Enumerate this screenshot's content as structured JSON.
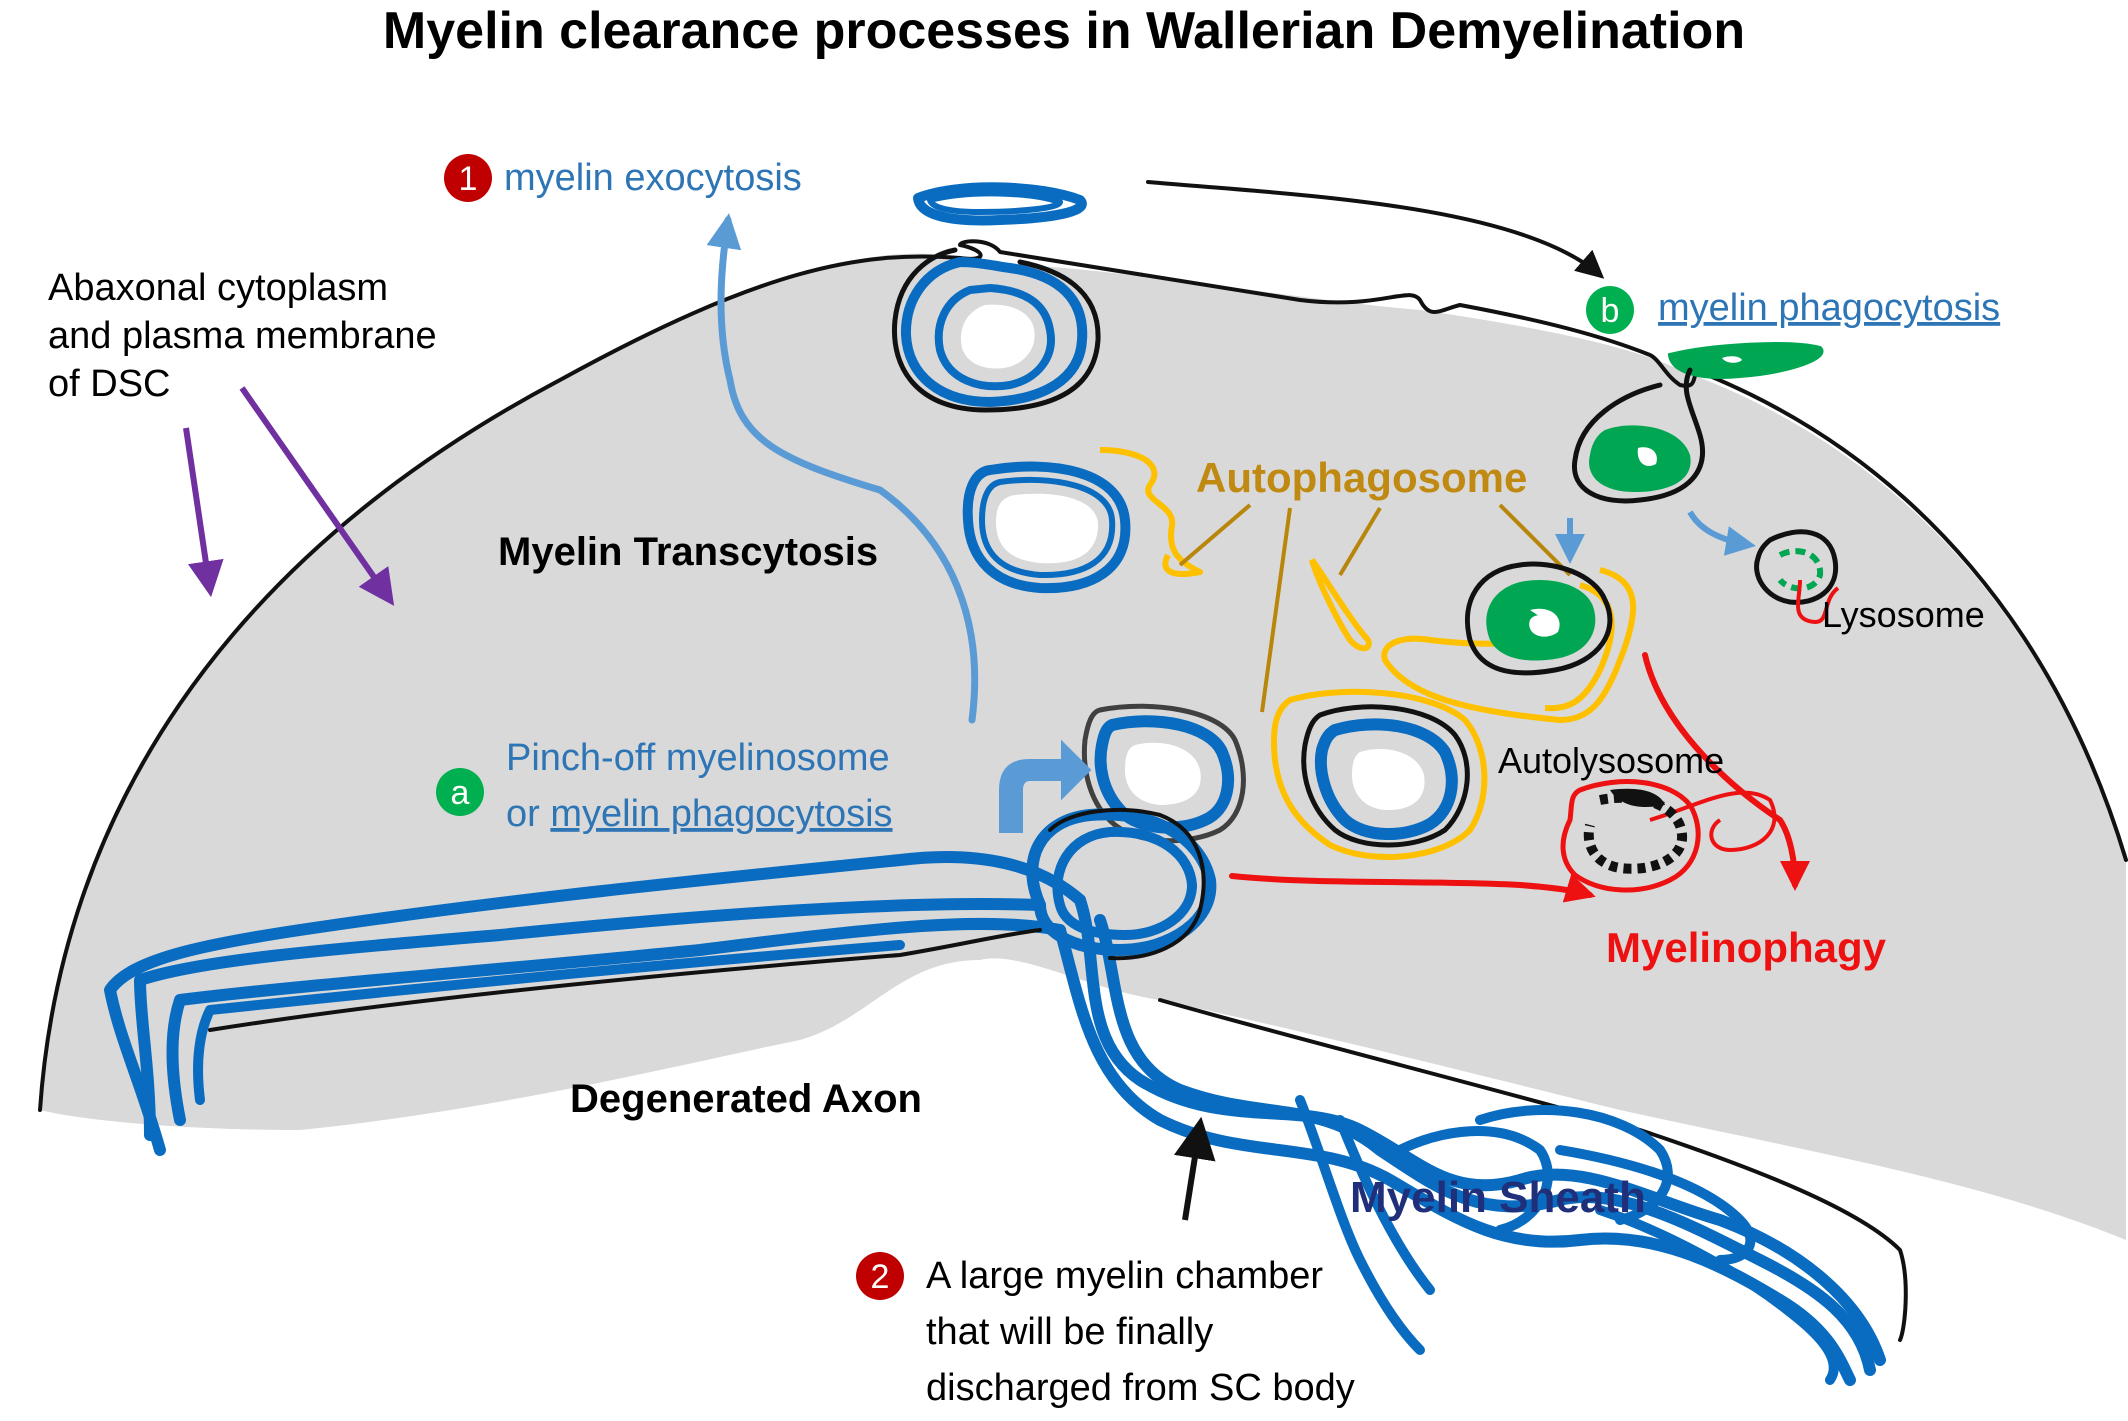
{
  "title": "Myelin clearance processes in Wallerian Demyelination",
  "labels": {
    "exocytosis": {
      "badge": "1",
      "text": "myelin exocytosis"
    },
    "abaxonal": [
      "Abaxonal cytoplasm",
      "and plasma membrane",
      "of DSC"
    ],
    "phagocytosis_b": {
      "badge": "b",
      "text": "myelin phagocytosis"
    },
    "autophagosome": "Autophagosome",
    "transcytosis": "Myelin Transcytosis",
    "lysosome": "Lysosome",
    "pinch_off": {
      "badge": "a",
      "line1": "Pinch-off myelinosome",
      "line2_prefix": "or ",
      "line2_link": "myelin phagocytosis"
    },
    "autolysosome": "Autolysosome",
    "myelinophagy": "Myelinophagy",
    "degenerated_axon": "Degenerated Axon",
    "myelin_sheath": "Myelin Sheath",
    "chamber": {
      "badge": "2",
      "lines": [
        "A large myelin chamber",
        "that will be finally",
        "discharged from SC body"
      ]
    }
  },
  "colors": {
    "cytoplasm": "#d9d9d9",
    "myelin_blue": "#0a6cc0",
    "label_blue": "#2e75b6",
    "badge_red": "#c00000",
    "badge_green": "#00b050",
    "green": "#00a651",
    "autophagosome": "#ffc000",
    "autophagosome_text": "#c08a12",
    "red": "#ee1111",
    "purple": "#7030a0",
    "arrow_light_blue": "#5b9bd5"
  }
}
